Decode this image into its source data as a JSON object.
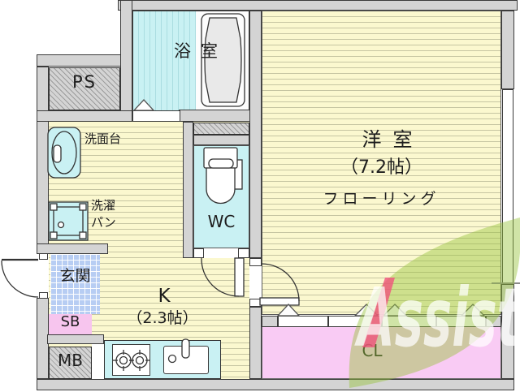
{
  "rooms": {
    "bath": "浴室",
    "vanity": "洗面台",
    "laundry_line1": "洗濯",
    "laundry_line2": "パン",
    "pipe_space": "PS",
    "toilet": "WC",
    "entry": "玄関",
    "shoe_box": "SB",
    "meter_box": "MB",
    "kitchen": "K",
    "kitchen_size": "（2.3帖）",
    "western_room": "洋室",
    "western_room_size": "（7.2帖）",
    "western_room_floor": "フローリング",
    "closet": "CL"
  },
  "watermark": {
    "text": "Assist"
  },
  "colors": {
    "wall_fill": "#d4d4d4",
    "wall_line": "#3b3b3b",
    "floor_yellow": "#fbf8cf",
    "floor_stripe": "#c6c5a2",
    "cyan": "#c9f1f3",
    "cyan_stripe": "#aadde1",
    "tile_blue": "#b7cdf3",
    "pink": "#f7c5ee",
    "cl_pink": "#f9cbf4",
    "hatch_line": "#9b9b9b",
    "text": "#1d1d1d",
    "leaf_green": "#96c43c",
    "logo_accent": "#f0527c"
  }
}
